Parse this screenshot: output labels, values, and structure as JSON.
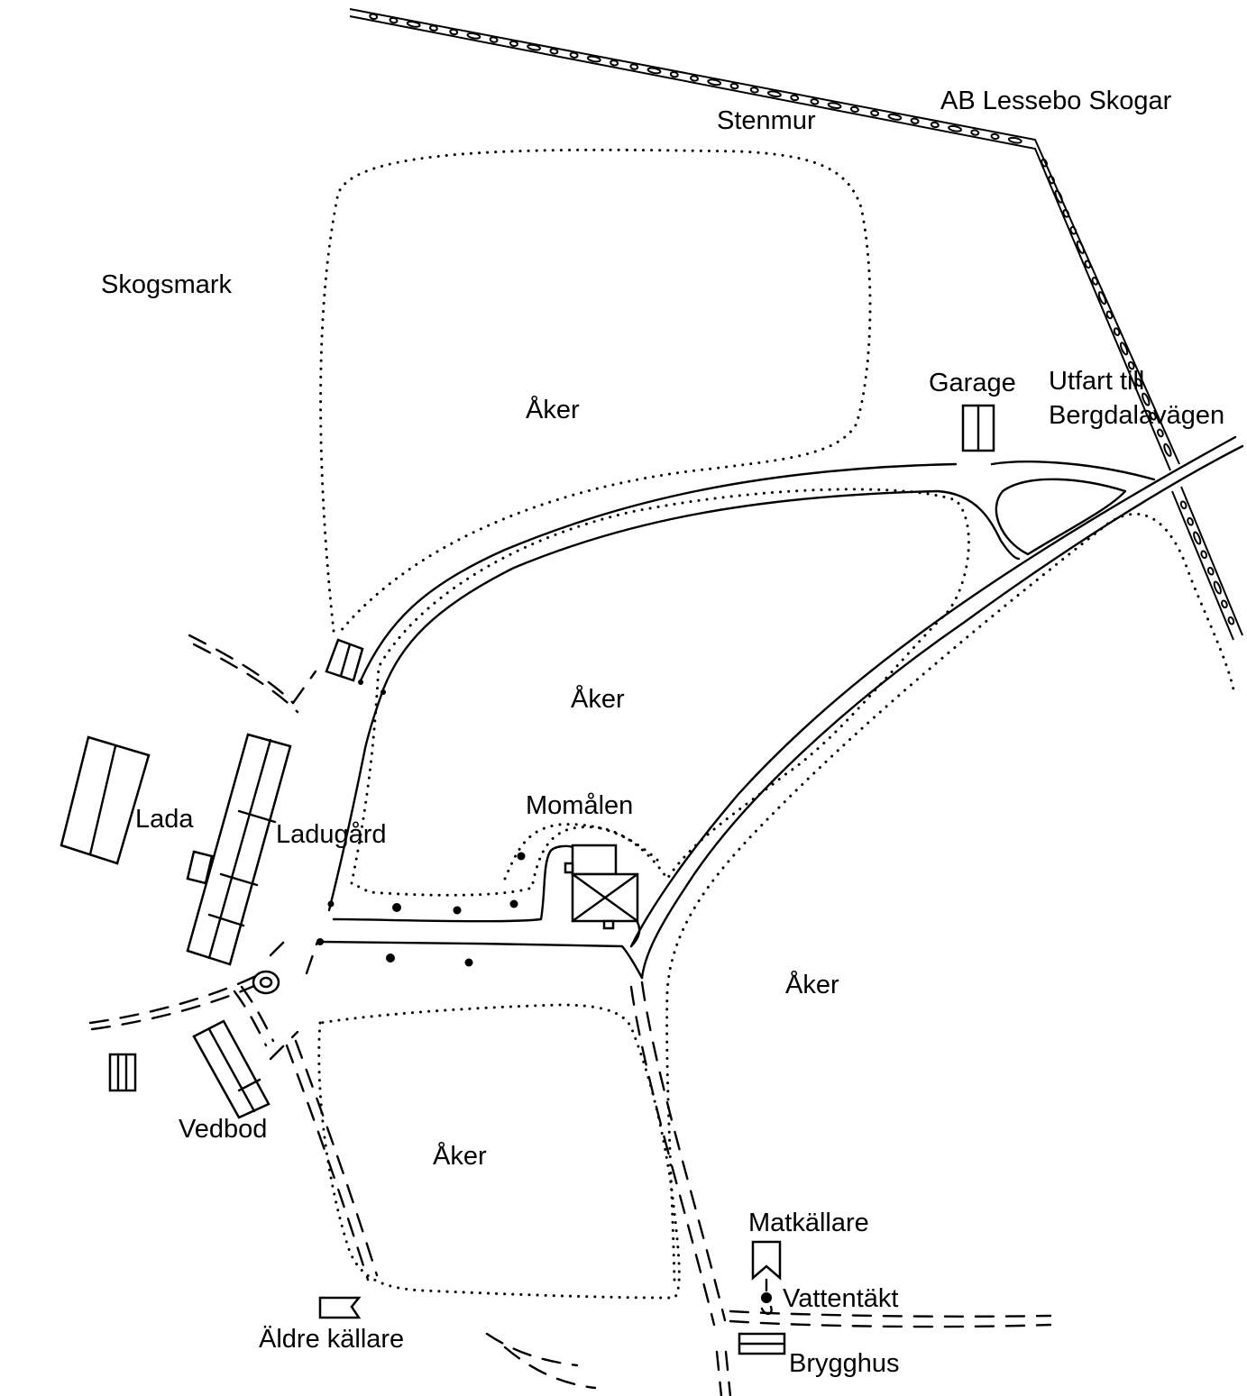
{
  "labels": {
    "stenmur": "Stenmur",
    "ab_lessebo": "AB Lessebo Skogar",
    "skogsmark": "Skogsmark",
    "aker_north": "Åker",
    "garage": "Garage",
    "utfart_line1": "Utfart till",
    "utfart_line2": "Bergdalavägen",
    "aker_middle": "Åker",
    "momalen": "Momålen",
    "lada": "Lada",
    "ladugard": "Ladugård",
    "aker_east": "Åker",
    "vedbod": "Vedbod",
    "aker_south": "Åker",
    "matkallare": "Matkällare",
    "vattentakt": "Vattentäkt",
    "aldre_kallare": "Äldre källare",
    "brygghus": "Brygghus"
  },
  "colors": {
    "ink": "#000000",
    "paper": "#ffffff"
  }
}
